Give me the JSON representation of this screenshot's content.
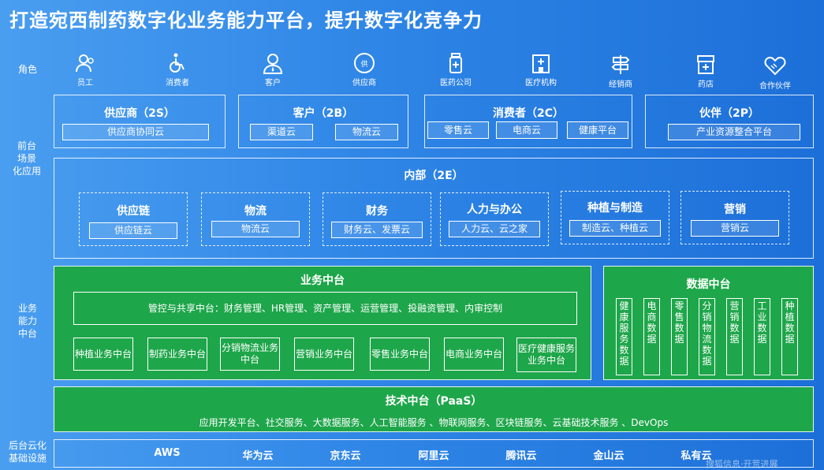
{
  "title": "打造宛西制药数字化业务能力平台，提升数字化竞争力",
  "side_labels": {
    "roles": "角色",
    "front": "前台\n场景\n化应用",
    "middle": "业务\n能力\n中台",
    "backend": "后台云化\n基础设施"
  },
  "roles": [
    {
      "label": "员工",
      "icon": "person-icon"
    },
    {
      "label": "消费者",
      "icon": "wheelchair-icon"
    },
    {
      "label": "客户",
      "icon": "user-tie-icon"
    },
    {
      "label": "供应商",
      "icon": "supplier-icon"
    },
    {
      "label": "医药公司",
      "icon": "medicine-bottle-icon"
    },
    {
      "label": "医疗机构",
      "icon": "hospital-icon"
    },
    {
      "label": "经销商",
      "icon": "signpost-icon"
    },
    {
      "label": "药店",
      "icon": "pharmacy-icon"
    },
    {
      "label": "合作伙伴",
      "icon": "handshake-icon"
    }
  ],
  "front_top": [
    {
      "title": "供应商（2S）",
      "items": [
        "供应商协同云"
      ]
    },
    {
      "title": "客户（2B）",
      "items": [
        "渠道云",
        "物流云"
      ]
    },
    {
      "title": "消费者（2C）",
      "items": [
        "零售云",
        "电商云",
        "健康平台"
      ]
    },
    {
      "title": "伙伴（2P）",
      "items": [
        "产业资源整合平台"
      ]
    }
  ],
  "internal": {
    "title": "内部（2E）",
    "groups": [
      {
        "title": "供应链",
        "item": "供应链云"
      },
      {
        "title": "物流",
        "item": "物流云"
      },
      {
        "title": "财务",
        "item": "财务云、发票云"
      },
      {
        "title": "人力与办公",
        "item": "人力云、云之家"
      },
      {
        "title": "种植与制造",
        "item": "制造云、种植云"
      },
      {
        "title": "营销",
        "item": "营销云"
      }
    ]
  },
  "business_platform": {
    "title": "业务中台",
    "shared": "管控与共享中台：财务管理、HR管理、资产管理、运营管理、投融资管理、内审控制",
    "modules": [
      "种植业务中台",
      "制药业务中台",
      "分销物流业务中台",
      "营销业务中台",
      "零售业务中台",
      "电商业务中台",
      "医疗健康服务业务中台"
    ]
  },
  "data_platform": {
    "title": "数据中台",
    "columns": [
      "健康服务数据",
      "电商数据",
      "零售数据",
      "分销物流数据",
      "营销数据",
      "工业数据",
      "种植数据"
    ]
  },
  "tech_platform": {
    "title": "技术中台（PaaS）",
    "services": "应用开发平台、社交服务、大数据服务、人工智能服务 、物联网服务、区块链服务、云基础技术服务 、DevOps"
  },
  "clouds": [
    "AWS",
    "华为云",
    "京东云",
    "阿里云",
    "腾讯云",
    "金山云",
    "私有云"
  ],
  "watermark": "搜狐信息·开荒进展",
  "colors": {
    "green": "#1ea64a",
    "bg_left": "#4a9ef0",
    "bg_right": "#1c6fd8"
  }
}
